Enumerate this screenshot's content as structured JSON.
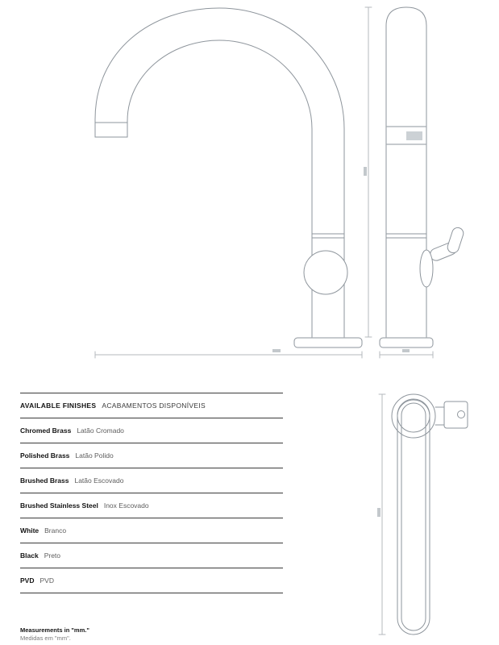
{
  "finishes_table": {
    "title_en": "AVAILABLE FINISHES",
    "title_pt": "ACABAMENTOS DISPONÍVEIS",
    "rows": [
      {
        "en": "Chromed Brass",
        "pt": "Latão Cromado"
      },
      {
        "en": "Polished Brass",
        "pt": "Latão Polido"
      },
      {
        "en": "Brushed Brass",
        "pt": "Latão Escovado"
      },
      {
        "en": "Brushed Stainless Steel",
        "pt": "Inox Escovado"
      },
      {
        "en": "White",
        "pt": "Branco"
      },
      {
        "en": "Black",
        "pt": "Preto"
      },
      {
        "en": "PVD",
        "pt": "PVD"
      }
    ]
  },
  "footer": {
    "line_en": "Measurements in \"mm.\"",
    "line_pt": "Medidas em \"mm\"."
  },
  "drawings": {
    "front_view": "faucet-front-elevation",
    "side_view": "faucet-side-elevation",
    "top_view": "faucet-plan-view"
  },
  "colors": {
    "drawing_line": "#8e959c",
    "dimension_line": "#b4b9be",
    "table_rule": "#3b3b3b",
    "text_dark": "#141414",
    "text_muted": "#5d5d5d"
  }
}
